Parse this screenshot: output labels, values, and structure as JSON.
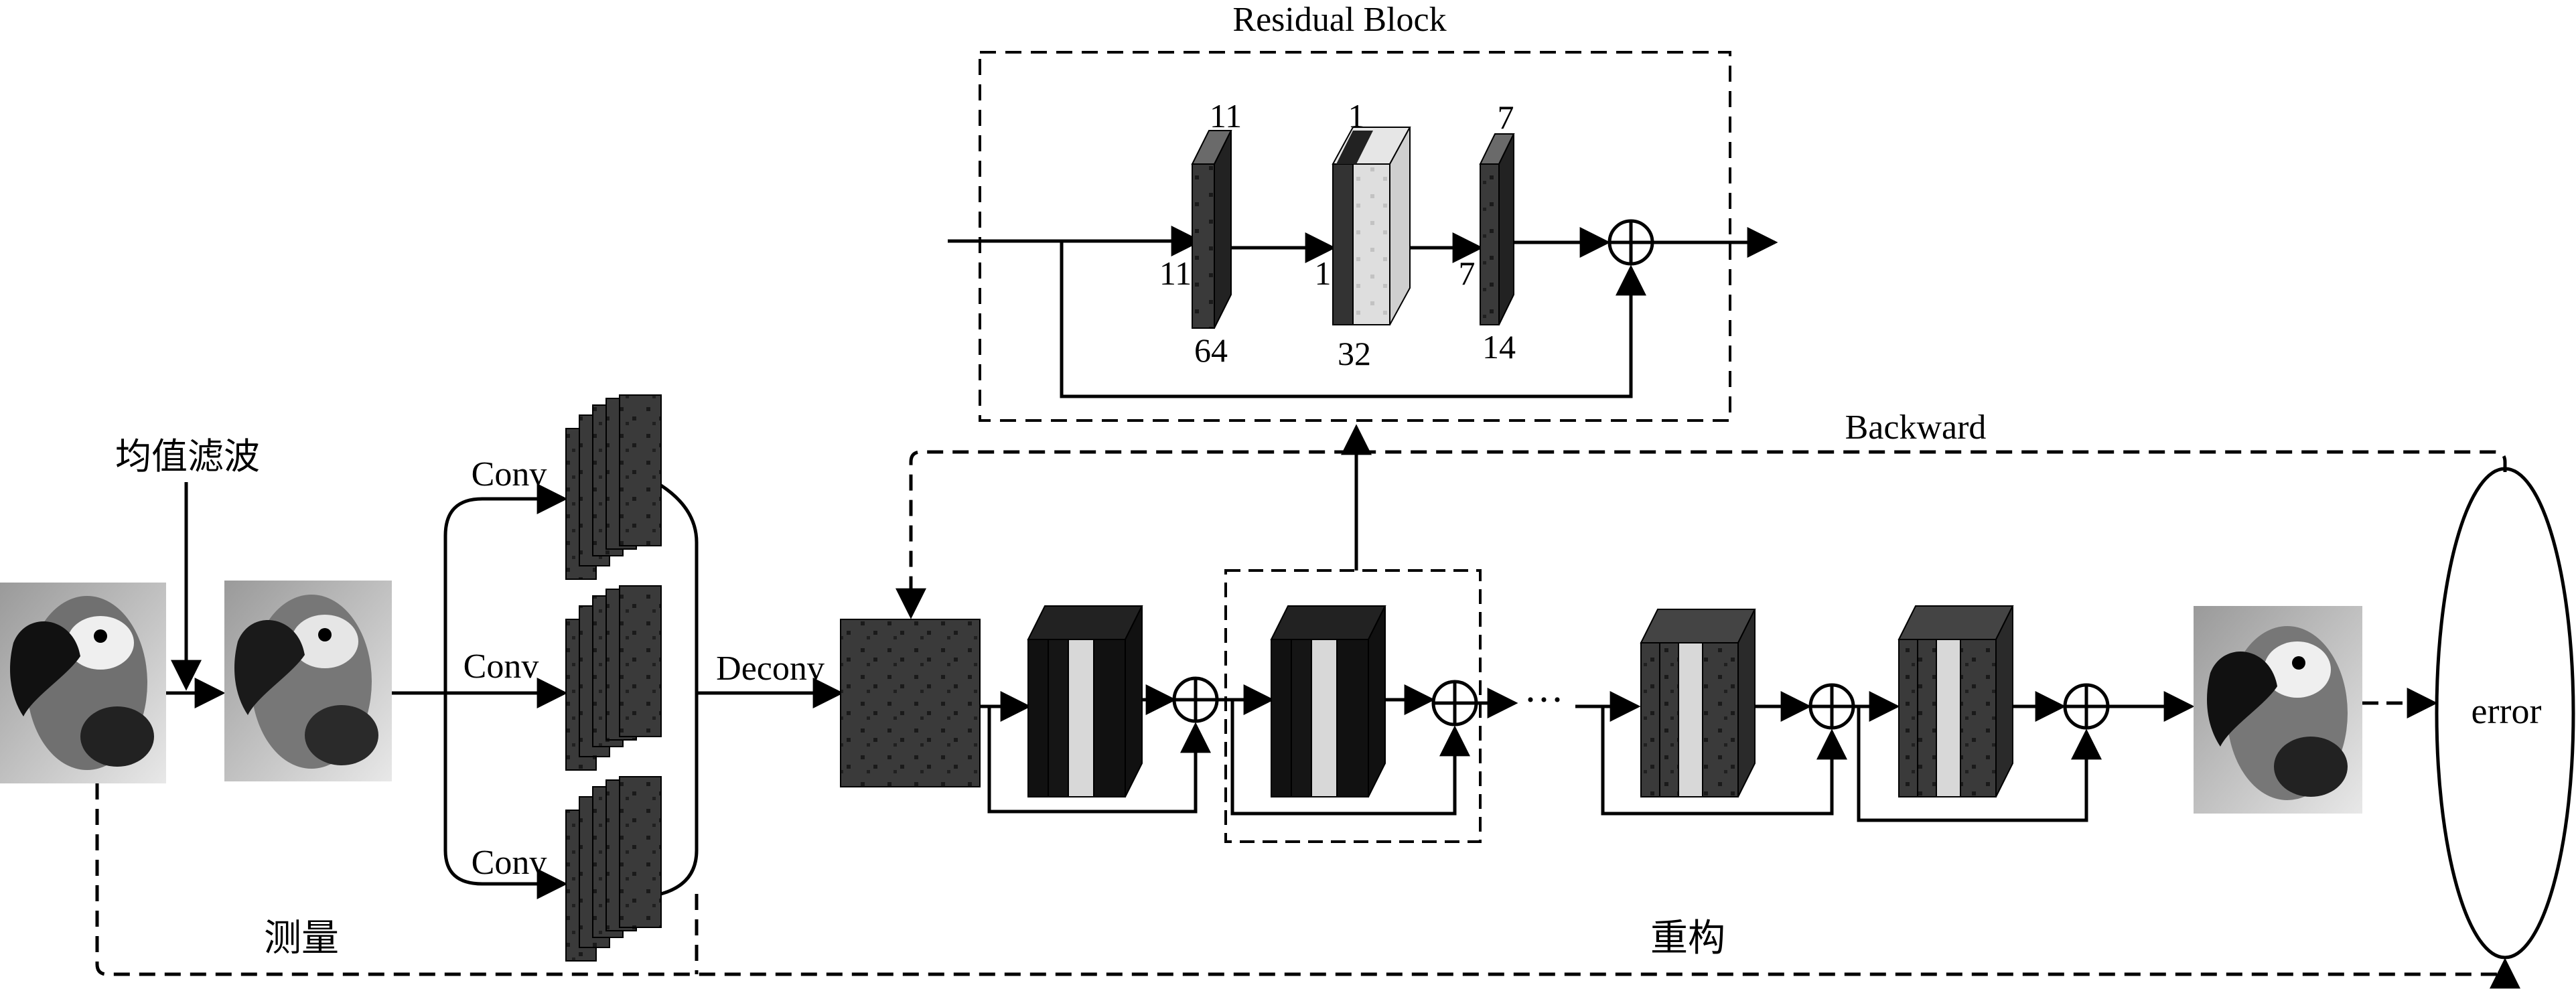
{
  "residual_block": {
    "title": "Residual  Block",
    "layer1": {
      "top": "11",
      "side": "11",
      "bottom": "64"
    },
    "layer2": {
      "top": "1",
      "side": "1",
      "bottom": "32"
    },
    "layer3": {
      "top": "7",
      "side": "7",
      "bottom": "14"
    }
  },
  "labels": {
    "mean_filter": "均值滤波",
    "conv_top": "Conv",
    "conv_mid": "Conv",
    "conv_bottom": "Conv",
    "deconv": "Deconv",
    "measure": "测量",
    "reconstruct": "重构",
    "backward": "Backward",
    "error": "error",
    "ellipsis": "···"
  },
  "colors": {
    "block_dark": "#333333",
    "block_black": "#111111",
    "block_light": "#d8d8d8",
    "line": "#000000"
  }
}
